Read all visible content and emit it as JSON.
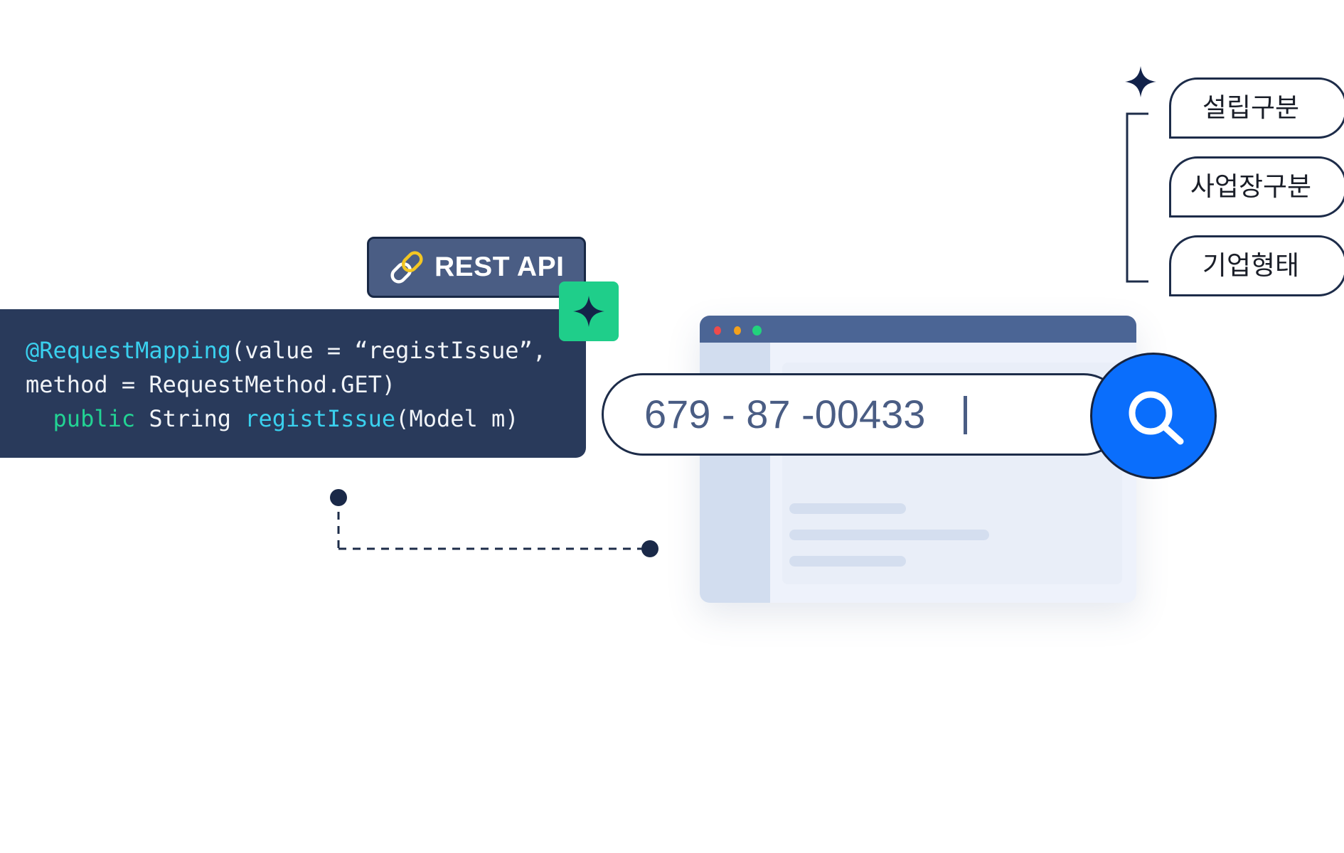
{
  "code": {
    "line1": {
      "annotation": "@RequestMapping",
      "rest": "(value = “registIssue”,"
    },
    "line2": {
      "text": "method = RequestMethod.GET)"
    },
    "line3": {
      "indent": "  ",
      "keyword": "public",
      "type": " String ",
      "method": "registIssue",
      "args": "(Model m)"
    }
  },
  "badge": {
    "label": "REST API",
    "icon": "link-icon"
  },
  "sparkle_icon": "sparkle-icon",
  "search": {
    "value": "679 - 87 -00433 ",
    "icon": "search-icon"
  },
  "browser": {
    "dots": [
      "close-dot",
      "minimize-dot",
      "maximize-dot"
    ]
  },
  "tags": {
    "items": [
      "설립구분",
      "사업장구분",
      "기업형태"
    ]
  },
  "colors": {
    "code_bg": "#293a5b",
    "annotation": "#3ad0ee",
    "keyword": "#22d394",
    "badge_bg": "#4a5d84",
    "sparkle_bg": "#1fce8a",
    "search_button": "#0a6efc",
    "browser_bar": "#4b6595",
    "outline": "#1d2c49"
  }
}
